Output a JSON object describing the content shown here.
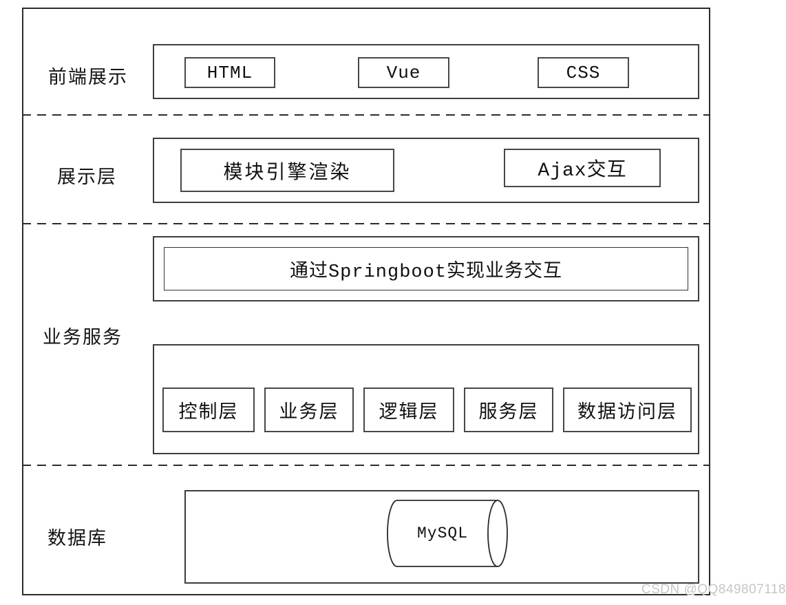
{
  "diagram": {
    "layers": [
      {
        "label": "前端展示",
        "items": [
          "HTML",
          "Vue",
          "CSS"
        ]
      },
      {
        "label": "展示层",
        "items": [
          "模块引擎渲染",
          "Ajax交互"
        ]
      },
      {
        "label": "业务服务",
        "banner": "通过Springboot实现业务交互",
        "items": [
          "控制层",
          "业务层",
          "逻辑层",
          "服务层",
          "数据访问层"
        ]
      },
      {
        "label": "数据库",
        "items": [
          "MySQL"
        ]
      }
    ]
  },
  "icons": {
    "database_cylinder": "horizontal-cylinder-shape"
  },
  "colors": {
    "background": "#ffffff",
    "line": "#2b2b2b",
    "text": "#101010",
    "watermark": "#c6c6c6"
  },
  "watermark": "CSDN @QQ849807118"
}
